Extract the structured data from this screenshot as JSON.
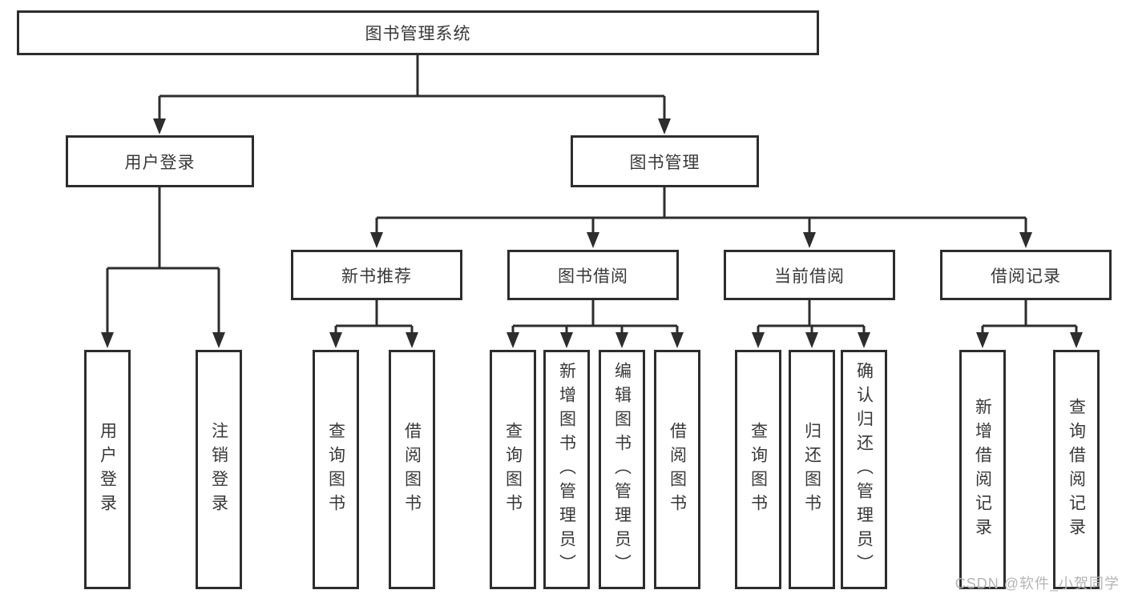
{
  "diagram": {
    "root": {
      "label": "图书管理系统"
    },
    "user_login": {
      "label": "用户登录",
      "leaves": [
        "用户登录",
        "注销登录"
      ]
    },
    "book_mgmt": {
      "label": "图书管理",
      "groups": [
        {
          "label": "新书推荐",
          "leaves": [
            "查询图书",
            "借阅图书"
          ]
        },
        {
          "label": "图书借阅",
          "leaves": [
            "查询图书",
            "新增图书（管理员）",
            "编辑图书（管理员）",
            "借阅图书"
          ]
        },
        {
          "label": "当前借阅",
          "leaves": [
            "查询图书",
            "归还图书",
            "确认归还（管理员）"
          ]
        },
        {
          "label": "借阅记录",
          "leaves": [
            "新增借阅记录",
            "查询借阅记录"
          ]
        }
      ]
    }
  },
  "watermark": {
    "text": "CSDN @软件_小贺同学"
  },
  "colors": {
    "line": "#2d2d2d",
    "text": "#383838",
    "watermark": "#b5b5b5",
    "background": "#ffffff"
  }
}
